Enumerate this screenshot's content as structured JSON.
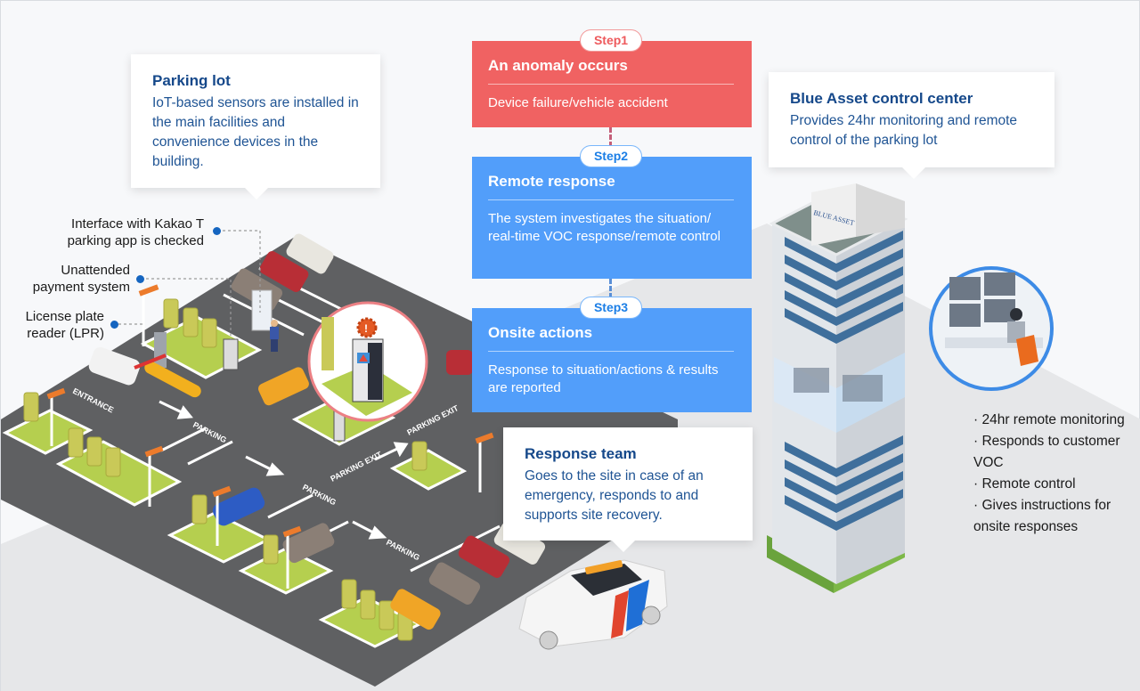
{
  "parking_lot": {
    "title": "Parking lot",
    "body": "IoT-based sensors are installed in the main facilities and convenience devices in the building."
  },
  "labels": {
    "kakao": "Interface with Kakao T parking app is checked",
    "payment": "Unattended payment system",
    "lpr": "License plate reader (LPR)"
  },
  "lot_markings": {
    "entrance": "ENTRANCE",
    "parking": "PARKING",
    "parking_exit": "PARKING EXIT"
  },
  "steps": [
    {
      "badge": "Step1",
      "title": "An anomaly occurs",
      "body": "Device failure/vehicle accident",
      "color": "#f06262"
    },
    {
      "badge": "Step2",
      "title": "Remote response",
      "body": "The system investigates the situation/ real-time VOC response/remote control",
      "color": "#529efa"
    },
    {
      "badge": "Step3",
      "title": "Onsite actions",
      "body": "Response to situation/actions & results are reported",
      "color": "#529efa"
    }
  ],
  "response_team": {
    "title": "Response team",
    "body": "Goes to the site in case of an emergency, responds to and supports site recovery."
  },
  "control_center": {
    "title": "Blue Asset control center",
    "body": "Provides 24hr monitoring and remote control of the parking lot",
    "sign": "BLUE ASSET",
    "features": [
      "· 24hr remote monitoring",
      "· Responds to customer VOC",
      "· Remote control",
      "· Gives instructions for onsite responses"
    ]
  },
  "icons": {
    "alert": "gear-exclamation-icon",
    "warning": "warning-triangle-icon"
  },
  "colors": {
    "step_red": "#f06262",
    "step_blue": "#529efa",
    "callout_text": "#1f5494",
    "asphalt": "#5f6062",
    "grass": "#b5cf4f"
  }
}
